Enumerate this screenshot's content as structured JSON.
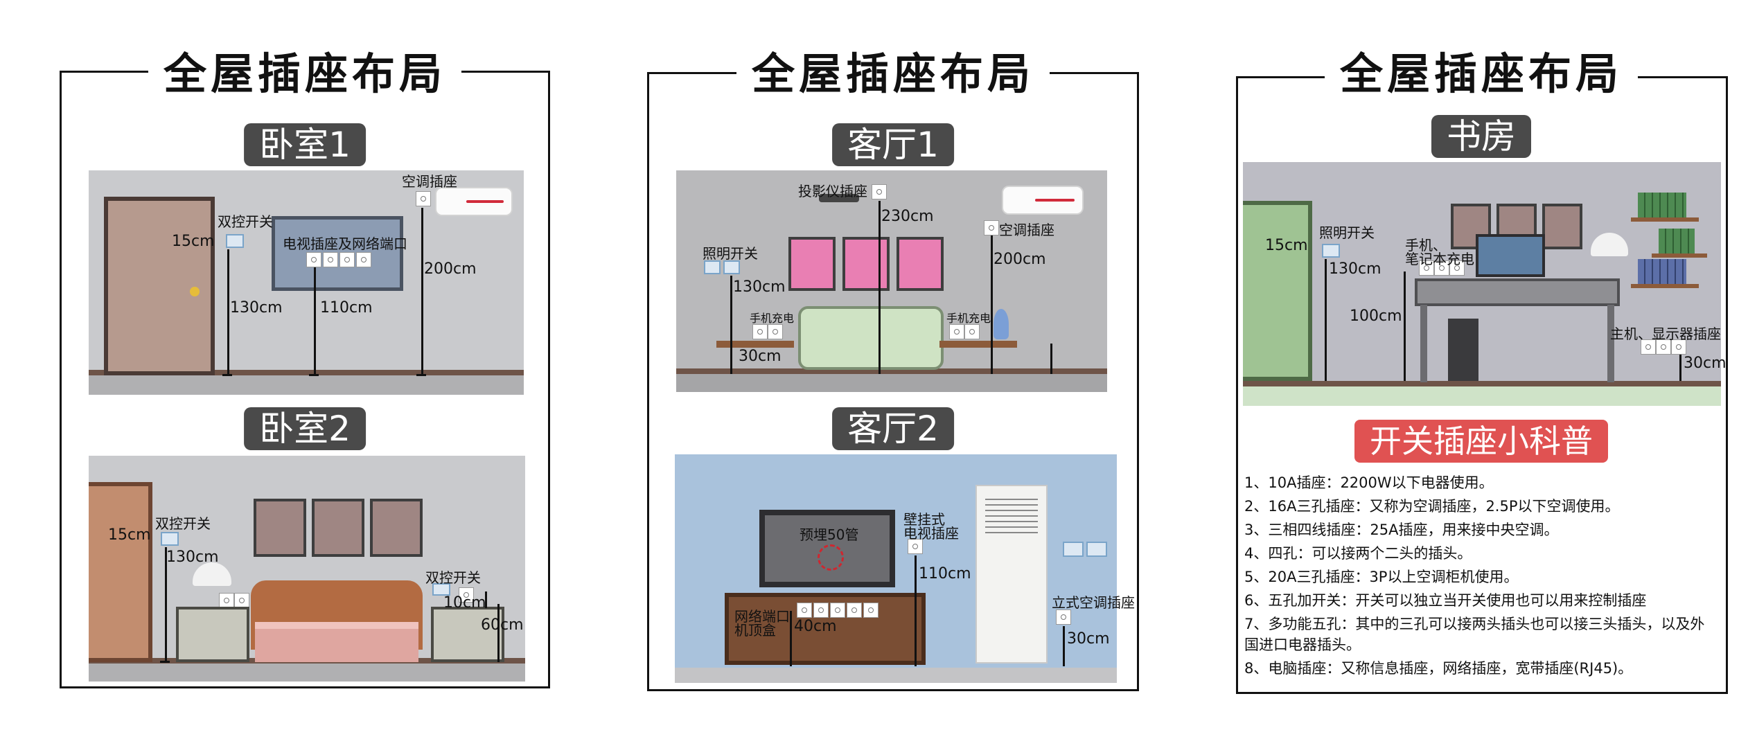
{
  "panels": [
    {
      "title": "全屋插座布局",
      "rooms": [
        {
          "label": "卧室1",
          "notes": {
            "ac_socket": "空调插座",
            "switch": "双控开关",
            "tv_socket": "电视插座及网络端口",
            "m_15": "15cm",
            "m_130": "130cm",
            "m_110": "110cm",
            "m_200": "200cm"
          }
        },
        {
          "label": "卧室2",
          "notes": {
            "switch_left": "双控开关",
            "m_15": "15cm",
            "m_130": "130cm",
            "switch_right": "双控开关",
            "m_10": "10cm",
            "m_60": "60cm"
          }
        }
      ]
    },
    {
      "title": "全屋插座布局",
      "rooms": [
        {
          "label": "客厅1",
          "notes": {
            "projector": "投影仪插座",
            "m_230": "230cm",
            "ac_socket": "空调插座",
            "m_200": "200cm",
            "light_switch": "照明开关",
            "m_130": "130cm",
            "phone_left": "手机充电",
            "phone_right": "手机充电",
            "m_30": "30cm"
          }
        },
        {
          "label": "客厅2",
          "notes": {
            "pipe": "预埋50管",
            "wall_tv_1": "壁挂式",
            "wall_tv_2": "电视插座",
            "m_110": "110cm",
            "network_1": "网络端口",
            "network_2": "机顶盒",
            "m_40": "40cm",
            "standing_ac": "立式空调插座",
            "m_30": "30cm"
          }
        }
      ]
    },
    {
      "title": "全屋插座布局",
      "rooms": [
        {
          "label": "书房",
          "notes": {
            "m_15": "15cm",
            "light_switch": "照明开关",
            "m_130": "130cm",
            "laptop_1": "手机、",
            "laptop_2": "笔记本充电",
            "m_100": "100cm",
            "host": "主机、显示器插座",
            "m_30": "30cm"
          }
        }
      ],
      "tips_title": "开关插座小科普",
      "tips": [
        "1、10A插座：2200W以下电器使用。",
        "2、16A三孔插座：又称为空调插座，2.5P以下空调使用。",
        "3、三相四线插座：25A插座，用来接中央空调。",
        "4、四孔：可以接两个二头的插头。",
        "5、20A三孔插座：3P以上空调柜机使用。",
        "6、五孔加开关：开关可以独立当开关使用也可以用来控制插座",
        "7、多功能五孔：其中的三孔可以接两头插头也可以接三头插头，以及外国进口电器插头。",
        "8、电脑插座：又称信息插座，网络插座，宽带插座(RJ45)。"
      ]
    }
  ]
}
